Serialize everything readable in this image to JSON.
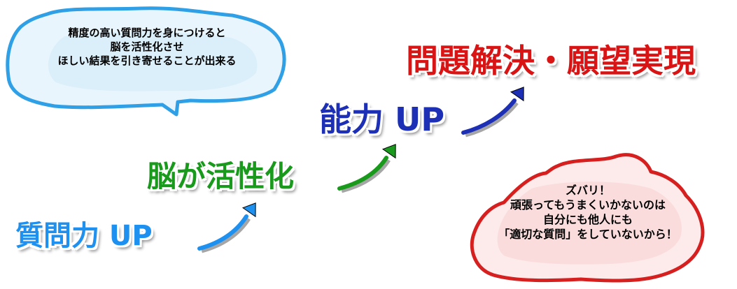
{
  "speech_bubble": {
    "lines": [
      "精度の高い質問力を身につけると",
      "脳を活性化させ",
      "ほしい結果を引き寄せることが出来る"
    ],
    "border_color": "#2f9fe6",
    "fill_color": "#dff1fc"
  },
  "steps": [
    {
      "label": "質問力 UP",
      "color": "#1e90ef"
    },
    {
      "label": "脳が活性化",
      "color": "#199a1c"
    },
    {
      "label": "能力 UP",
      "color": "#1c2fb5"
    },
    {
      "label": "問題解決・願望実現",
      "color": "#d91414"
    }
  ],
  "arrow_colors": [
    "#1e90ef",
    "#199a1c",
    "#1c2fb5"
  ],
  "callout": {
    "lines": [
      "ズバリ！",
      "頑張ってもうまくいかないのは",
      "自分にも他人にも",
      "「適切な質問」をしていないから！"
    ],
    "border_color": "#d62020",
    "fill_color": "#fde7e7"
  }
}
